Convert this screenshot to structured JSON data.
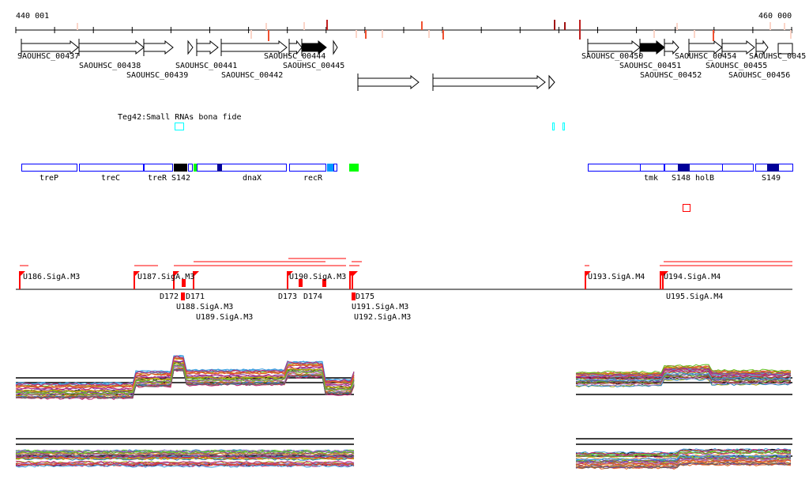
{
  "ruler": {
    "start_label": "440 001",
    "end_label": "460 000"
  },
  "genes": [
    {
      "name": "SAOUHSC_00437",
      "filled": false
    },
    {
      "name": "SAOUHSC_00438",
      "filled": false
    },
    {
      "name": "SAOUHSC_00439",
      "filled": false
    },
    {
      "name": "SAOUHSC_00441",
      "filled": false
    },
    {
      "name": "SAOUHSC_00442",
      "filled": false
    },
    {
      "name": "SAOUHSC_00444",
      "filled": false
    },
    {
      "name": "SAOUHSC_00445",
      "filled": true
    },
    {
      "name": "SAOUHSC_00450",
      "filled": false
    },
    {
      "name": "SAOUHSC_00451",
      "filled": true
    },
    {
      "name": "SAOUHSC_00452",
      "filled": false
    },
    {
      "name": "SAOUHSC_00454",
      "filled": false
    },
    {
      "name": "SAOUHSC_00455",
      "filled": false
    },
    {
      "name": "SAOUHSC_00456",
      "filled": false
    },
    {
      "name": "SAOUHSC_0045",
      "filled": false
    }
  ],
  "srna": {
    "label": "Teg42:Small RNAs bona fide"
  },
  "features": [
    "treP",
    "treC",
    "treR",
    "S142",
    "dnaX",
    "recR",
    "tmk",
    "S148",
    "holB",
    "S149"
  ],
  "promoters": [
    "U186.SigA.M3",
    "U187.SigA.M3",
    "U188.SigA.M3",
    "U189.SigA.M3",
    "U190.SigA.M3",
    "U191.SigA.M3",
    "U192.SigA.M3",
    "U193.SigA.M4",
    "U194.SigA.M4",
    "U195.SigA.M4"
  ],
  "terminators": [
    "D172",
    "D171",
    "D173",
    "D174",
    "D175"
  ],
  "colors": {
    "gene_outline": "#000000",
    "feature_outline": "#0000ff",
    "promoter": "#ff0000",
    "srna": "#00ffff",
    "dark_feature": "#000099"
  }
}
